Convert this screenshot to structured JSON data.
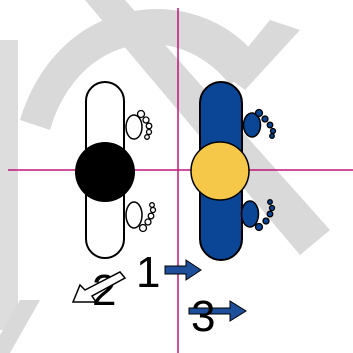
{
  "diagram": {
    "steps": [
      {
        "label": "1",
        "direction": "right"
      },
      {
        "label": "2",
        "direction": "down-left"
      },
      {
        "label": "3",
        "direction": "right"
      }
    ],
    "colors": {
      "background": "#ffffff",
      "watermark": "#d9d9d9",
      "guide_lines": "#c0167a",
      "board_left": "#ffffff",
      "board_right": "#0a4596",
      "ball_left": "#000000",
      "ball_right": "#f6c84a",
      "arrow_blue": "#1d4f9a",
      "outline": "#000000"
    },
    "icons": [
      "board-icon",
      "footprint-icon",
      "ball-icon",
      "arrow-icon",
      "watermark-logo"
    ]
  }
}
